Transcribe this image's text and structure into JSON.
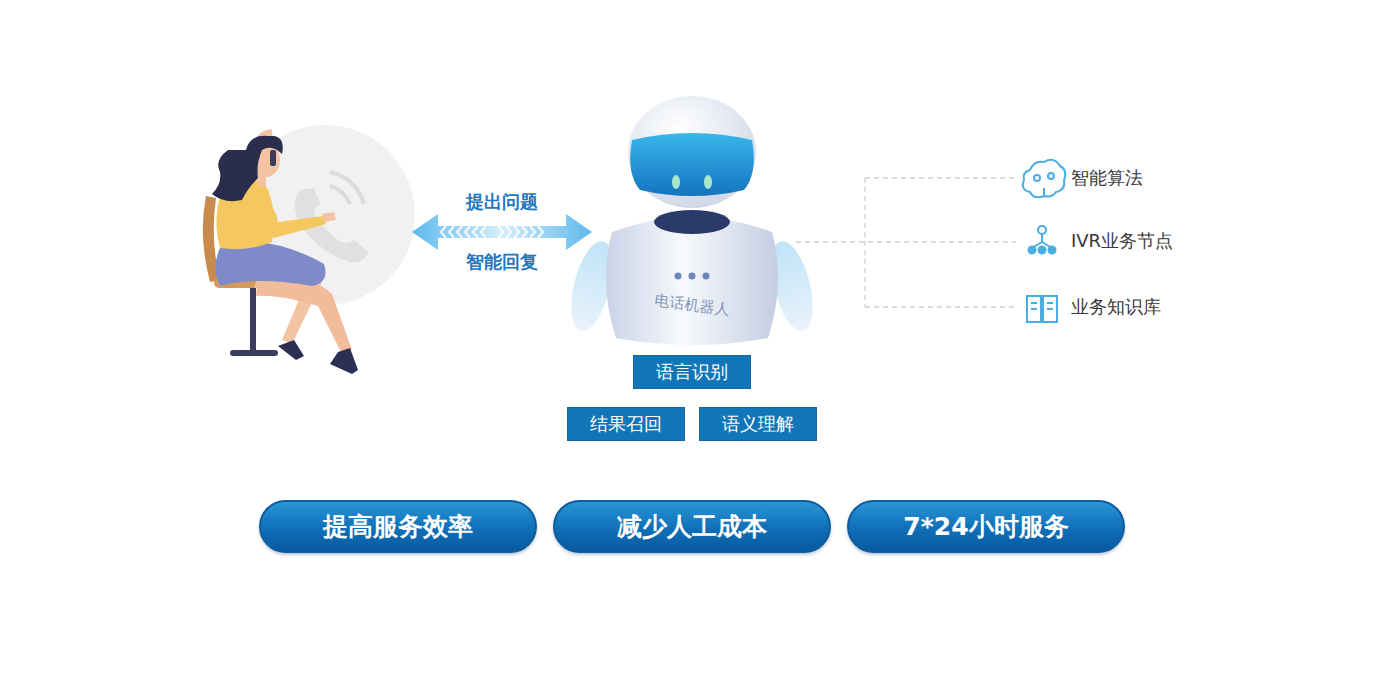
{
  "diagram": {
    "nodes": [
      {
        "text": [
          "电话机器人"
        ]
      },
      {
        "text": [
          "语言识别"
        ]
      },
      {
        "text": [
          "结果召回"
        ]
      },
      {
        "text": [
          "语义理解"
        ]
      },
      {
        "text": [
          "提高服务效率"
        ]
      },
      {
        "text": [
          "减少人工成本"
        ]
      },
      {
        "text": [
          "7*24小时服务"
        ]
      }
    ],
    "labels": [
      "提出问题",
      "智能回复",
      "智能算法",
      "IVR业务节点",
      "业务知识库"
    ]
  }
}
